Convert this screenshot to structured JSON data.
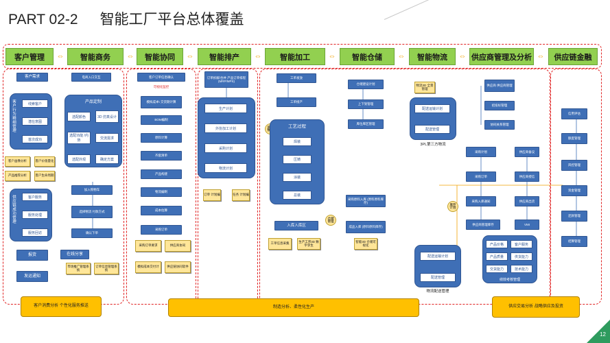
{
  "title": {
    "part": "PART 02-2",
    "text": "智能工厂平台总体覆盖"
  },
  "page_number": "12",
  "header_modules": [
    "客户管理",
    "智能商务",
    "智能协同",
    "智能排产",
    "智能加工",
    "智能仓储",
    "智能物流",
    "供应商管理及分析",
    "供应链金融"
  ],
  "crm": {
    "top_box": "客户需求",
    "group1_title": "客户行为精细管理",
    "group1": [
      "线索客户",
      "潜在意图",
      "首次成功"
    ],
    "yellow_notes": [
      "客户画像分析",
      "客户价值量化",
      "产品推荐分析",
      "客户生命周期"
    ],
    "group2_title": "供应链成功管理",
    "group2": [
      "客户服务",
      "服务处理",
      "服务回访"
    ],
    "bottom": [
      "报货",
      "发运通知"
    ]
  },
  "commerce": {
    "top_box": "电商入口交互",
    "group_title": "产品定制",
    "group": [
      "选配颜色",
      "3D 仿真设计",
      "选配功能 /内饰",
      "交流需求",
      "选配外观",
      "确定方案"
    ],
    "chain": [
      "加入购物车",
      "选择物流 付款方式",
      "确认下单"
    ],
    "online": "在线分享",
    "notes": [
      "市场推广管理系统",
      "订单信息管理系统"
    ]
  },
  "collab": {
    "items": [
      "客户订单信息确认",
      "模拟成本\\ 交货期计算",
      "BOM编制",
      "原料计算",
      "齐套清单",
      "产品构建",
      "物流编制",
      "成本估算",
      "采购订单"
    ],
    "red_note": "可视化监控",
    "notes": [
      "采购订单要求",
      "供应商协同",
      "模拟成本交付计",
      "供应链协同软件"
    ]
  },
  "schedule": {
    "top_box": "订单拆解/合并 产品订单排程 (MRP/MPS)",
    "chain": [
      "生产计划",
      "外协加工计划",
      "采购计划",
      "物流计划"
    ],
    "notes": [
      "订单 计划编",
      "任务 计划编"
    ]
  },
  "process": {
    "top": [
      "工单发放",
      "工单接产"
    ],
    "flow_title": "工艺过程",
    "flow": [
      "焊装",
      "压铸",
      "涂装",
      "总装"
    ],
    "circle": "质量 数据",
    "bottom": "入库入库区",
    "notes": [
      "工单信息采集",
      "生产工序3D 数字孪生"
    ]
  },
  "warehouse": {
    "items": [
      "仓储建设计划",
      "上下架管理",
      "库位库区管理"
    ],
    "flows": [
      "采购原料入库 (原料原料库存)",
      "成品入库 (原料原料库存)"
    ],
    "circle": "仓储 管理",
    "note": "智能3D 仓储可视化"
  },
  "logistics": {
    "top_note": "物流3D 全景管理",
    "group1": [
      "配送运输计划",
      "配送管理"
    ],
    "group1_label": "3PL第三方物流",
    "group2": [
      "配送运输计划",
      "配送管理"
    ],
    "group2_label": "物流配送管理",
    "circle": "库存 计划"
  },
  "supplier": {
    "col1": [
      "供应商 供应商管理",
      "招投标管理",
      "协同关系管理",
      "采购计划",
      "采购订单",
      "采购入库通知",
      "供应商管理库存"
    ],
    "col2": [
      "供应商备议",
      "供应商授信",
      "供应商出货",
      "VMI"
    ],
    "grid": [
      "产品价格",
      "客户服务",
      "产品质量",
      "供货能力",
      "交货能力",
      "技术能力"
    ],
    "grid_label": "绩效考核管理"
  },
  "finance": {
    "items": [
      "信用评估",
      "额度管理",
      "风控管理",
      "资金管理",
      "还款管理",
      "结算管理"
    ]
  },
  "bars": [
    "客户消费分析 个性化服务推送",
    "制造分析、柔性化生产",
    "供应交易分析 战略供应及投资"
  ],
  "colors": {
    "header_green": "#92d050",
    "box_blue": "#3f6fb6",
    "note_yellow": "#ffe699",
    "bar_orange": "#ffc000",
    "border_red": "#e02020",
    "arrow_orange": "#f0a000",
    "page_green": "#2e9b5e"
  }
}
